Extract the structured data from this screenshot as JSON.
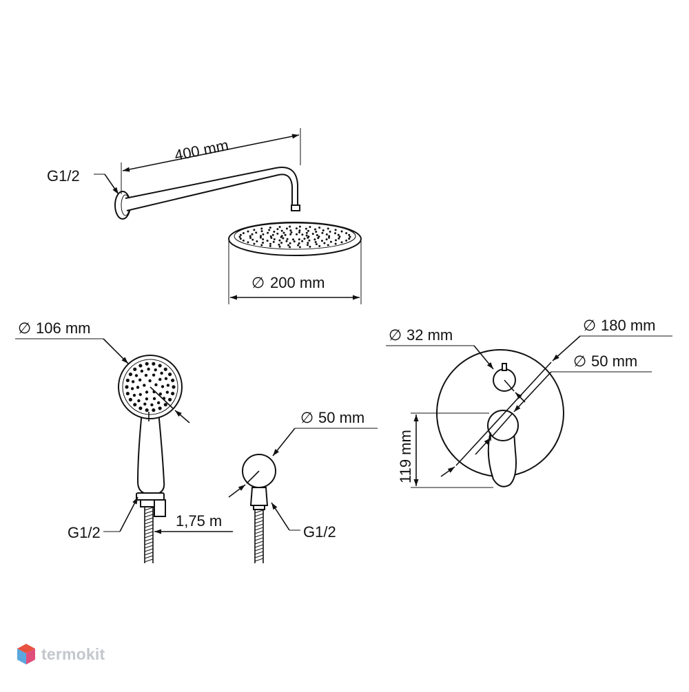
{
  "labels": {
    "arm_length": "400 mm",
    "arm_thread": "G1/2",
    "head_diameter": "200 mm",
    "hand_diameter": "106 mm",
    "hand_thread": "G1/2",
    "hose_length": "1,75 m",
    "outlet_diameter": "50 mm",
    "outlet_thread": "G1/2",
    "knob_diameter": "32 mm",
    "plate_diameter": "180 mm",
    "lever_diameter": "50 mm",
    "plate_height": "119 mm"
  },
  "symbols": {
    "diameter": "∅"
  },
  "brand": {
    "name": "termokit",
    "icon": "cube-logo-icon",
    "colors": [
      "#e8513f",
      "#e04f7c",
      "#5aa7e0",
      "#7a6cd8"
    ]
  }
}
